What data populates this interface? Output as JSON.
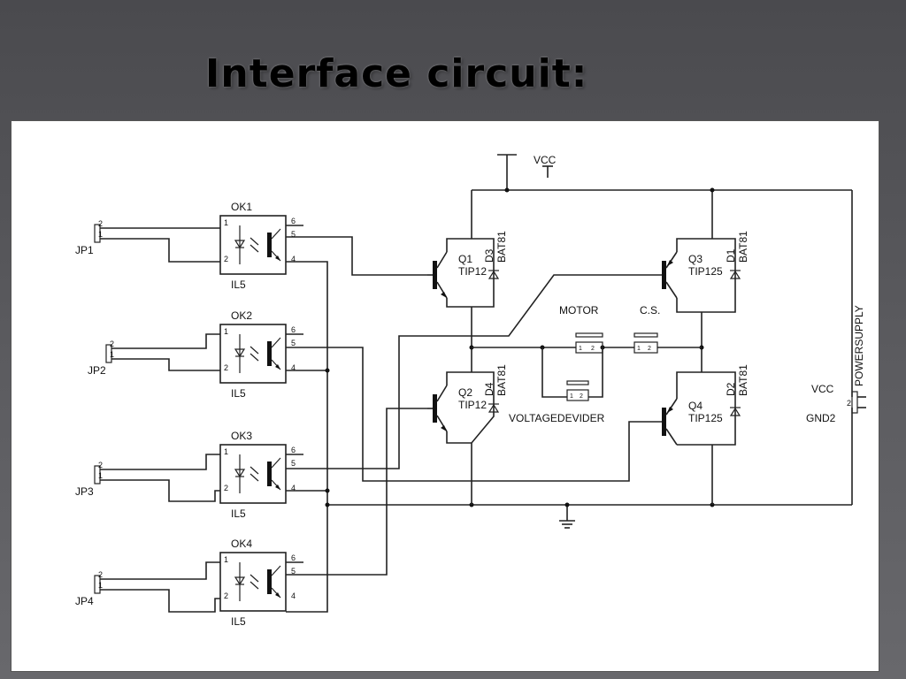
{
  "slide": {
    "title": "Interface circuit:"
  },
  "schematic": {
    "optocouplers": [
      {
        "name": "OK1",
        "type": "IL5"
      },
      {
        "name": "OK2",
        "type": "IL5"
      },
      {
        "name": "OK3",
        "type": "IL5"
      },
      {
        "name": "OK4",
        "type": "IL5"
      }
    ],
    "jumpers": [
      "JP1",
      "JP2",
      "JP3",
      "JP4"
    ],
    "opto_pins": {
      "p1": "1",
      "p2": "2",
      "p4": "4",
      "p5": "5",
      "p6": "6"
    },
    "jumper_pins": {
      "a": "2",
      "b": "1"
    },
    "transistors": [
      {
        "name": "Q1",
        "type": "TIP12"
      },
      {
        "name": "Q2",
        "type": "TIP12"
      },
      {
        "name": "Q3",
        "type": "TIP125"
      },
      {
        "name": "Q4",
        "type": "TIP125"
      }
    ],
    "diodes": [
      {
        "name": "D3",
        "type": "BAT81"
      },
      {
        "name": "D4",
        "type": "BAT81"
      },
      {
        "name": "D1",
        "type": "BAT81"
      },
      {
        "name": "D2",
        "type": "BAT81"
      }
    ],
    "labels": {
      "vcc_top": "VCC",
      "motor": "MOTOR",
      "cs": "C.S.",
      "voltage_divider": "VOLTAGEDEVIDER",
      "power_supply": "POWERSUPPLY",
      "vcc_right": "VCC",
      "gnd2": "GND2"
    }
  }
}
